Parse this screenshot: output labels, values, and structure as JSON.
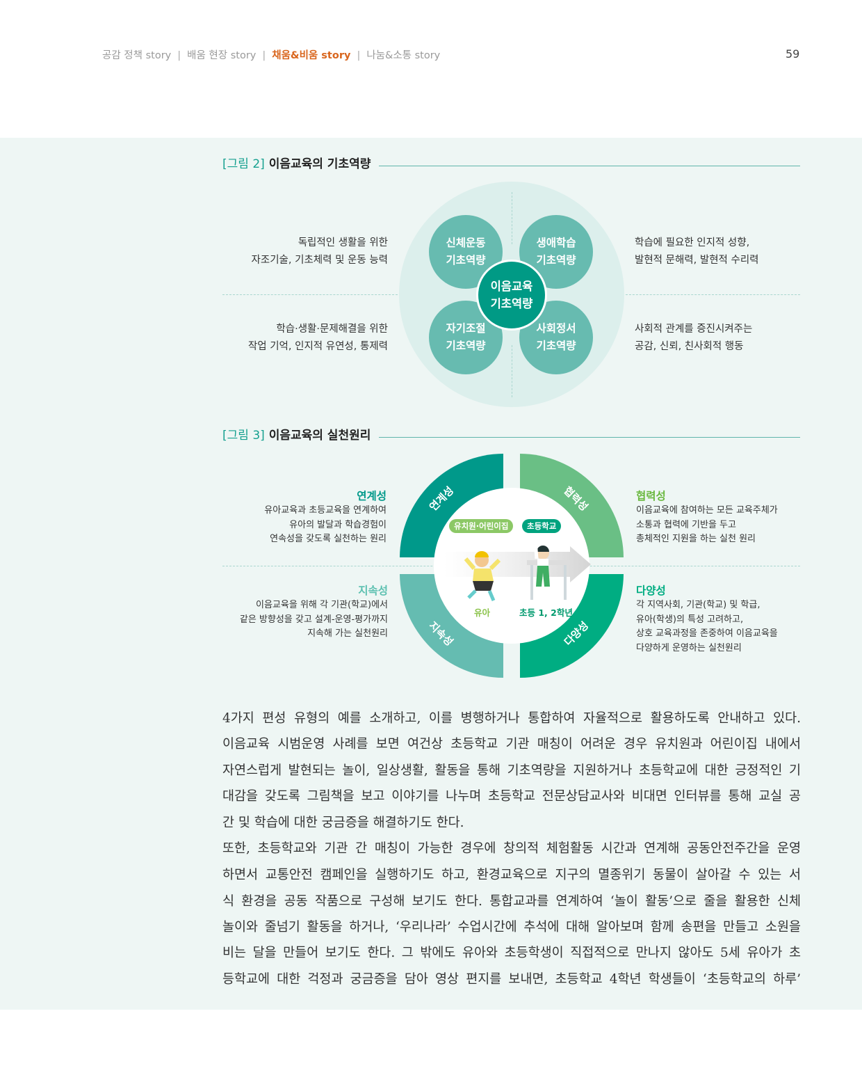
{
  "header": {
    "sections": [
      "공감 정책 story",
      "배움 현장 story",
      "채움&비움 story",
      "나눔&소통 story"
    ],
    "separator": "|",
    "active_index": 2,
    "page_number": "59"
  },
  "figure2": {
    "number": "[그림 2]",
    "title": "이음교육의 기초역량",
    "center": [
      "이음교육",
      "기초역량"
    ],
    "quadrants": [
      {
        "label": [
          "신체운동",
          "기초역량"
        ],
        "desc": [
          "독립적인 생활을 위한",
          "자조기술, 기초체력 및 운동 능력"
        ]
      },
      {
        "label": [
          "생애학습",
          "기초역량"
        ],
        "desc": [
          "학습에 필요한 인지적 성향,",
          "발현적 문해력, 발현적 수리력"
        ]
      },
      {
        "label": [
          "자기조절",
          "기초역량"
        ],
        "desc": [
          "학습·생활·문제해결을 위한",
          "작업 기억, 인지적 유연성, 통제력"
        ]
      },
      {
        "label": [
          "사회정서",
          "기초역량"
        ],
        "desc": [
          "사회적 관계를 증진시켜주는",
          "공감, 신뢰, 친사회적 행동"
        ]
      }
    ]
  },
  "figure3": {
    "number": "[그림 3]",
    "title": "이음교육의 실천원리",
    "principles": [
      {
        "name": "연계성",
        "color": "#00998a",
        "desc": [
          "유아교육과 초등교육을 연계하여",
          "유아의 발달과 학습경험이",
          "연속성을 갖도록 실천하는 원리"
        ]
      },
      {
        "name": "협력성",
        "color": "#6abf85",
        "desc": [
          "이음교육에 참여하는 모든 교육주체가",
          "소통과 협력에 기반을 두고",
          "총체적인 지원을 하는 실천 원리"
        ]
      },
      {
        "name": "지속성",
        "color": "#65bcb1",
        "desc": [
          "이음교육을 위해 각 기관(학교)에서",
          "같은 방향성을 갖고 설계-운영-평가까지",
          "지속해 가는 실천원리"
        ]
      },
      {
        "name": "다양성",
        "color": "#00ad82",
        "desc": [
          "각 지역사회, 기관(학교) 및 학급,",
          "유아(학생)의 특성 고려하고,",
          "상호 교육과정을 존중하여 이음교육을",
          "다양하게 운영하는 실천원리"
        ]
      }
    ],
    "pills": [
      "유치원·어린이집",
      "초등학교"
    ],
    "child_labels": [
      "유아",
      "초등 1, 2학년"
    ]
  },
  "body": {
    "lines": [
      "4가지 편성 유형의 예를 소개하고, 이를 병행하거나 통합하여 자율적으로 활용하도록 안내하고 있다.",
      "이음교육 시범운영 사례를 보면 여건상 초등학교 기관 매칭이 어려운 경우 유치원과 어린이집 내에서",
      "자연스럽게 발현되는 놀이, 일상생활, 활동을 통해 기초역량을 지원하거나 초등학교에 대한 긍정적인 기",
      "대감을 갖도록 그림책을 보고 이야기를 나누며 초등학교 전문상담교사와 비대면 인터뷰를 통해 교실 공",
      "간 및 학습에 대한 궁금증을 해결하기도 한다.",
      "또한, 초등학교와 기관 간 매칭이 가능한 경우에 창의적 체험활동 시간과 연계해 공동안전주간을 운영",
      "하면서 교통안전 캠페인을 실행하기도 하고, 환경교육으로 지구의 멸종위기 동물이 살아갈 수 있는 서",
      "식 환경을 공동 작품으로 구성해 보기도 한다. 통합교과를 연계하여 ‘놀이 활동’으로 줄을 활용한 신체",
      "놀이와 줄넘기 활동을 하거나, ‘우리나라’ 수업시간에 추석에 대해 알아보며 함께 송편을 만들고 소원을",
      "비는 달을 만들어 보기도 한다. 그 밖에도 유아와 초등학생이 직접적으로 만나지 않아도 5세 유아가 초",
      "등학교에 대한 걱정과 궁금증을 담아 영상 편지를 보내면, 초등학교 4학년 학생들이 ‘초등학교의 하루’"
    ]
  }
}
